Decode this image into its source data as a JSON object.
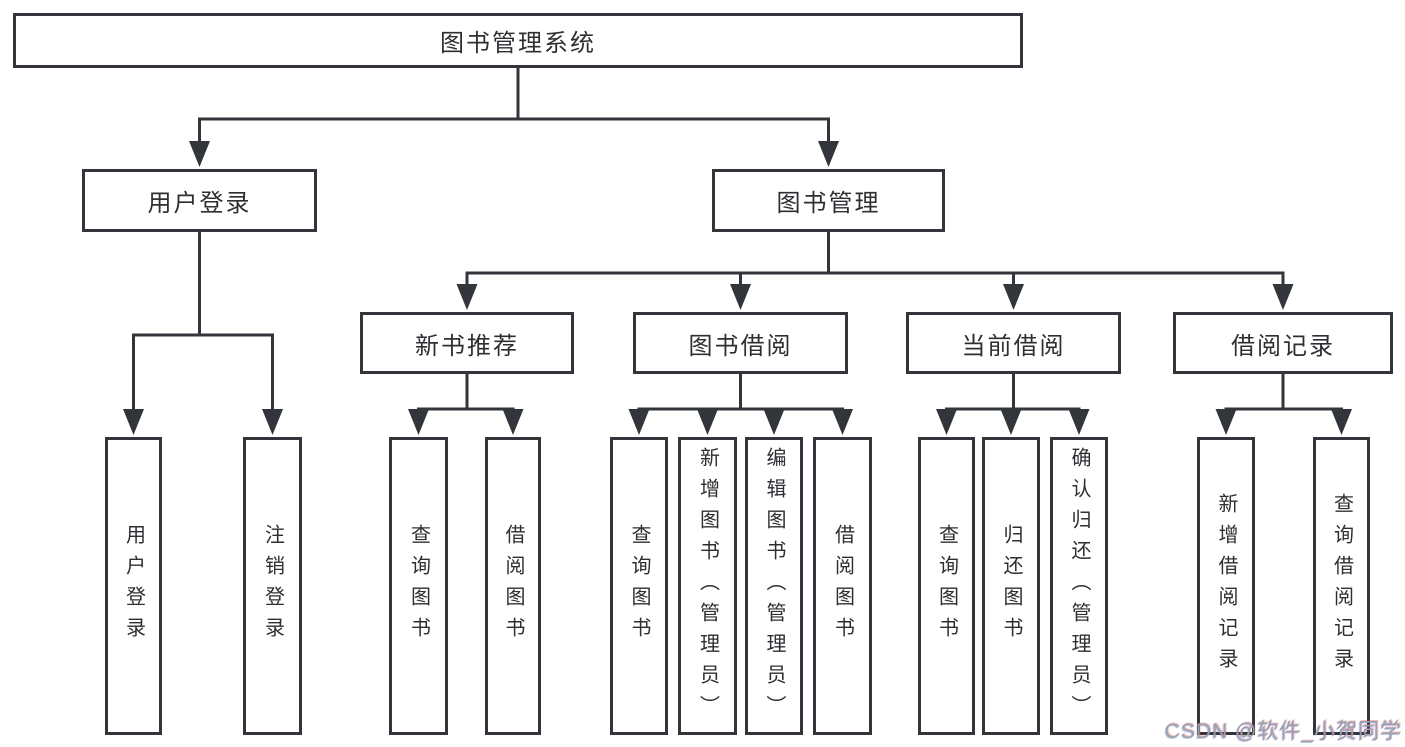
{
  "diagram": {
    "title": "图书管理系统",
    "tree": {
      "id": "library-management-system",
      "label": "图书管理系统",
      "children": [
        {
          "id": "user-login",
          "label": "用户登录",
          "children": [
            {
              "id": "user-login-action",
              "label": "用户登录",
              "vertical": true
            },
            {
              "id": "logout-action",
              "label": "注销登录",
              "vertical": true
            }
          ]
        },
        {
          "id": "book-management",
          "label": "图书管理",
          "children": [
            {
              "id": "new-book-recommendation",
              "label": "新书推荐",
              "children": [
                {
                  "id": "query-books",
                  "label": "查询图书",
                  "vertical": true
                },
                {
                  "id": "borrow-books",
                  "label": "借阅图书",
                  "vertical": true
                }
              ]
            },
            {
              "id": "book-borrowing",
              "label": "图书借阅",
              "children": [
                {
                  "id": "query-books",
                  "label": "查询图书",
                  "vertical": true
                },
                {
                  "id": "add-books-admin",
                  "label": "新增图书（管理员）",
                  "vertical": true
                },
                {
                  "id": "edit-books-admin",
                  "label": "编辑图书（管理员）",
                  "vertical": true
                },
                {
                  "id": "borrow-books",
                  "label": "借阅图书",
                  "vertical": true
                }
              ]
            },
            {
              "id": "current-borrowing",
              "label": "当前借阅",
              "children": [
                {
                  "id": "query-books",
                  "label": "查询图书",
                  "vertical": true
                },
                {
                  "id": "return-books",
                  "label": "归还图书",
                  "vertical": true
                },
                {
                  "id": "confirm-return-admin",
                  "label": "确认归还（管理员）",
                  "vertical": true
                }
              ]
            },
            {
              "id": "borrowing-records",
              "label": "借阅记录",
              "children": [
                {
                  "id": "add-borrow-record",
                  "label": "新增借阅记录",
                  "vertical": true
                },
                {
                  "id": "query-borrow-record",
                  "label": "查询借阅记录",
                  "vertical": true
                }
              ]
            }
          ]
        }
      ]
    }
  },
  "watermark": {
    "text": "CSDN @软件_小贺同学"
  },
  "colors": {
    "line": "#323539",
    "text": "#2d2f33",
    "background": "#ffffff",
    "watermark": "#9aa1ab"
  }
}
